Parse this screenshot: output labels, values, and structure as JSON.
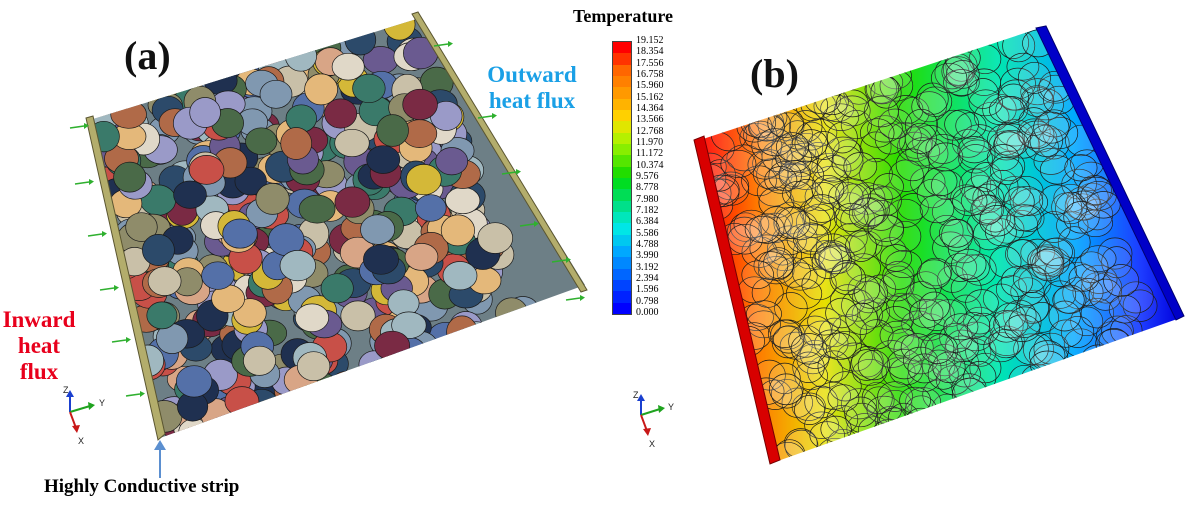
{
  "figure": {
    "panel_a": {
      "label": "(a)",
      "inward_flux_label": [
        "Inward",
        "heat flux"
      ],
      "inward_color": "#e8001c",
      "outward_flux_label": [
        "Outward",
        "heat flux"
      ],
      "outward_color": "#1aa0e6",
      "strip_caption": "Highly Conductive strip",
      "axes": [
        "Z",
        "Y",
        "X"
      ]
    },
    "panel_b": {
      "label": "(b)",
      "axes": [
        "Z",
        "Y",
        "X"
      ]
    },
    "legend": {
      "title": "Temperature",
      "values": [
        "19.152",
        "18.354",
        "17.556",
        "16.758",
        "15.960",
        "15.162",
        "14.364",
        "13.566",
        "12.768",
        "11.970",
        "11.172",
        "10.374",
        "9.576",
        "8.778",
        "7.980",
        "7.182",
        "6.384",
        "5.586",
        "4.788",
        "3.990",
        "3.192",
        "2.394",
        "1.596",
        "0.798",
        "0.000"
      ],
      "colors": [
        "#ff0000",
        "#ff3300",
        "#ff6600",
        "#ff8000",
        "#ff9900",
        "#ffb300",
        "#ffd000",
        "#e0e600",
        "#b5f000",
        "#88ee00",
        "#55e600",
        "#22dd00",
        "#00dd22",
        "#00dd55",
        "#00e08a",
        "#00e6bb",
        "#00e6e6",
        "#00c8f0",
        "#00a8ff",
        "#0088ff",
        "#0066ff",
        "#0044ff",
        "#0022ff",
        "#0000ff"
      ]
    }
  }
}
